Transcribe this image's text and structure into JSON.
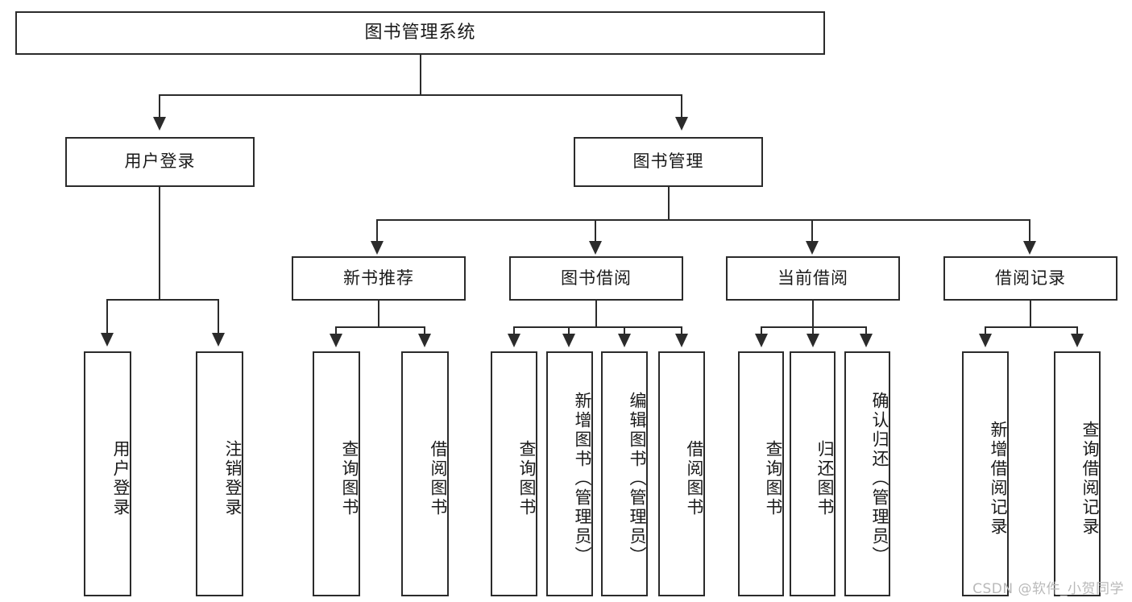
{
  "diagram": {
    "title": "图书管理系统",
    "watermark": "CSDN @软件_小贺同学",
    "root": {
      "label": "图书管理系统"
    },
    "level2": [
      {
        "label": "用户登录"
      },
      {
        "label": "图书管理"
      }
    ],
    "level3": [
      {
        "label": "新书推荐"
      },
      {
        "label": "图书借阅"
      },
      {
        "label": "当前借阅"
      },
      {
        "label": "借阅记录"
      }
    ],
    "leaves": {
      "user_login": [
        {
          "label": "用户登录"
        },
        {
          "label": "注销登录"
        }
      ],
      "new_book_recommend": [
        {
          "label": "查询图书"
        },
        {
          "label": "借阅图书"
        }
      ],
      "book_borrow": [
        {
          "label": "查询图书"
        },
        {
          "label": "新增图书（管理员）"
        },
        {
          "label": "编辑图书（管理员）"
        },
        {
          "label": "借阅图书"
        }
      ],
      "current_borrow": [
        {
          "label": "查询图书"
        },
        {
          "label": "归还图书"
        },
        {
          "label": "确认归还（管理员）"
        }
      ],
      "borrow_records": [
        {
          "label": "新增借阅记录"
        },
        {
          "label": "查询借阅记录"
        }
      ]
    }
  },
  "colors": {
    "stroke": "#2b2b2b",
    "text": "#1a1a1a",
    "background": "#ffffff",
    "watermark": "#b9b9b9"
  }
}
